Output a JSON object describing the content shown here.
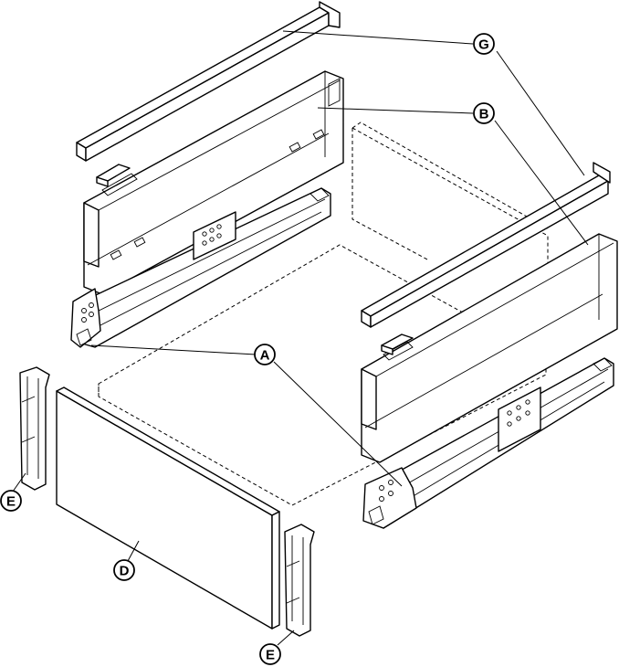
{
  "callouts": {
    "g": "G",
    "b": "B",
    "a": "A",
    "d": "D",
    "e_left": "E",
    "e_right": "E"
  },
  "colors": {
    "line": "#000000",
    "fill": "#ffffff",
    "shade": "#f2f2f2"
  }
}
